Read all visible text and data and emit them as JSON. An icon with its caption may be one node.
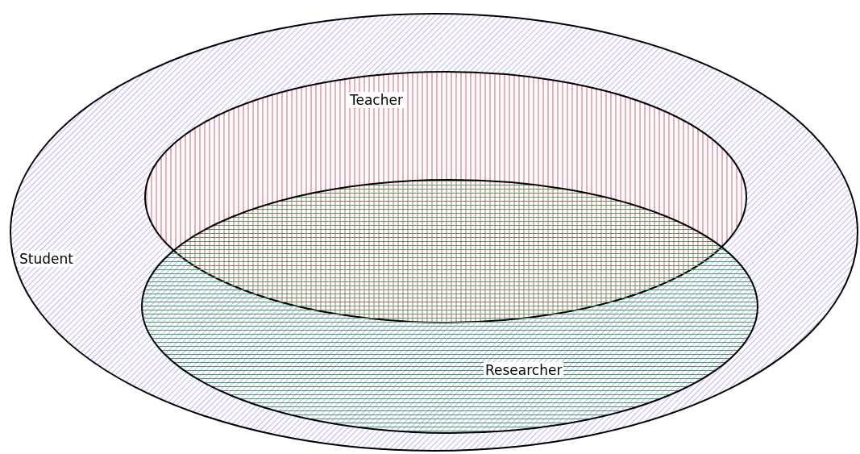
{
  "diagram": {
    "nodes": [
      {
        "text": [
          "Student"
        ]
      },
      {
        "text": [
          "Teacher"
        ],
        "in": 0
      },
      {
        "text": [
          "Researcher"
        ],
        "in": 0
      }
    ]
  }
}
